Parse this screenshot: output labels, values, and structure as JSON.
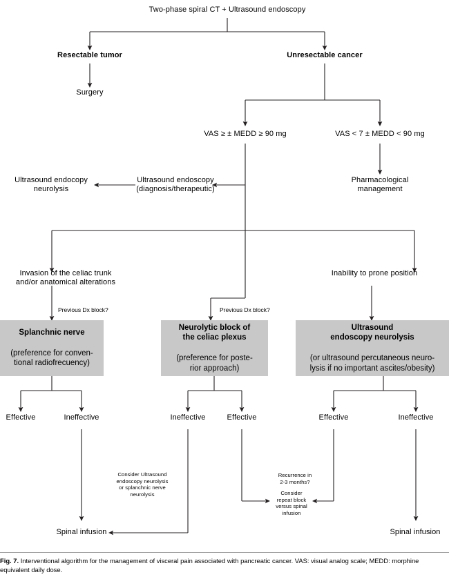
{
  "figure": {
    "label": "Fig. 7.",
    "caption": "Interventional algorithm for the management of visceral pain associated with pancreatic cancer. VAS: visual analog scale; MEDD: morphine equivalent daily dose.",
    "type": "flowchart",
    "colors": {
      "box_fill": "#c8c8c8",
      "line": "#231f20",
      "text": "#000000",
      "background": "#ffffff"
    }
  },
  "nodes": {
    "root": "Two-phase spiral CT + Ultrasound endoscopy",
    "resectable": "Resectable tumor",
    "unresectable": "Unresectable cancer",
    "surgery": "Surgery",
    "vas_high": "VAS ≥ ± MEDD ≥ 90 mg",
    "vas_low": "VAS < 7 ± MEDD < 90 mg",
    "us_endoscopy": "Ultrasound endoscopy\n(diagnosis/therapeutic)",
    "us_neurolysis": "Ultrasound endocopy\nneurolysis",
    "pharmacological": "Pharmacological\nmanagement",
    "invasion": "Invasion of the celiac trunk\nand/or anatomical alterations",
    "inability": "Inability to prone position",
    "dx_block_left": "Previous Dx block?",
    "dx_block_mid": "Previous Dx block?",
    "consider_us": "Consider Ultrasound\nendoscopy neurolysis\nor splanchnic nerve\nneurolysis",
    "recurrence": "Recurrence in\n2-3 months?",
    "consider_repeat": "Consider\nrepeat block\nversus spinal\ninfusion",
    "spinal_left": "Spinal infusion",
    "spinal_right": "Spinal infusion"
  },
  "grey_boxes": [
    {
      "id": "splanchnic-nerve",
      "title": "Splanchnic nerve",
      "sub": "(preference for conven-\ntional radiofrecuency)"
    },
    {
      "id": "neurolytic-block",
      "title": "Neurolytic block of\nthe celiac plexus",
      "sub": "(preference for poste-\nrior approach)"
    },
    {
      "id": "ultrasound-endoscopy-neurolysis",
      "title": "Ultrasound\nendoscopy neurolysis",
      "sub": "(or ultrasound percutaneous neuro-\nlysis if no important ascites/obesity)"
    }
  ],
  "outcomes": {
    "splanchnic": [
      "Effective",
      "Ineffective"
    ],
    "neurolytic": [
      "Ineffective",
      "Effective"
    ],
    "ultrasound": [
      "Effective",
      "Ineffective"
    ]
  }
}
